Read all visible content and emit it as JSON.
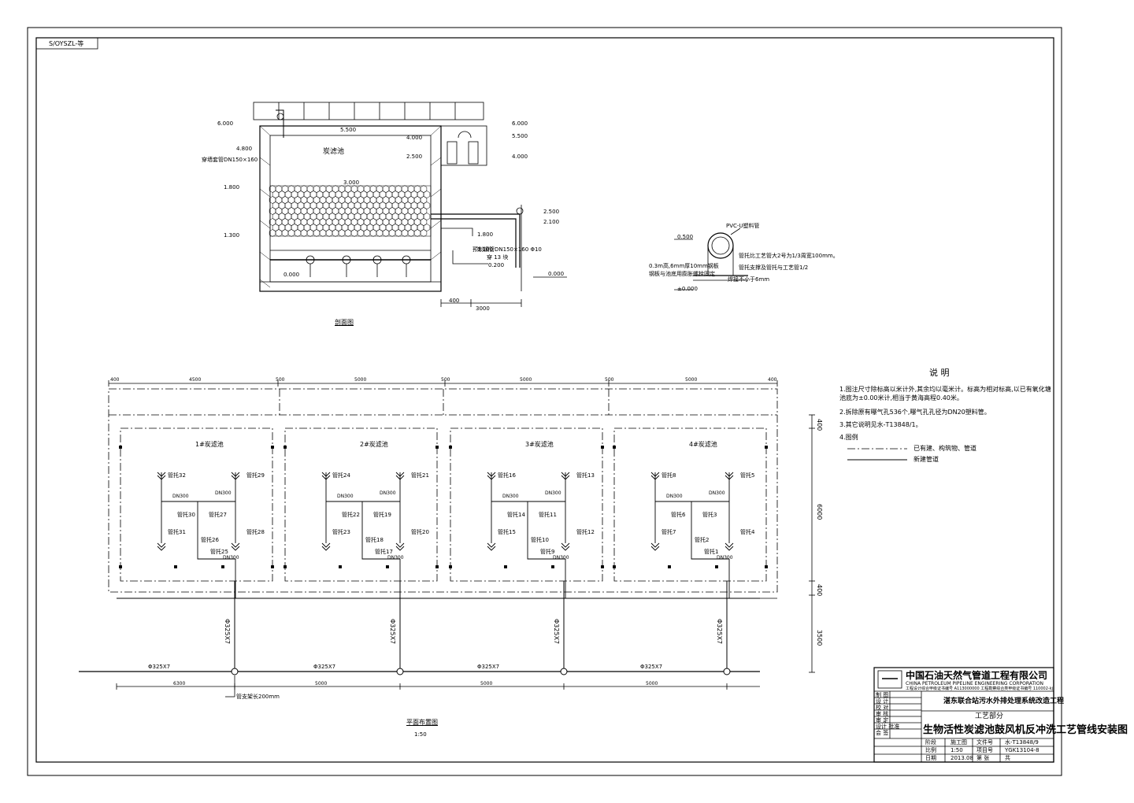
{
  "sheet_code": "S/OYSZL-等",
  "section": {
    "tank_label": "炭滤池",
    "title": "剖面图",
    "elevations": [
      "6.000",
      "5.500",
      "4.800",
      "4.000",
      "2.500",
      "3.000",
      "1.800",
      "1.300",
      "0.000",
      "2.500",
      "2.100",
      "1.800",
      "1.100",
      "0.200",
      "0.000"
    ],
    "right_marks": [
      "6.000",
      "5.500",
      "4.000"
    ],
    "dims": [
      "400",
      "3000"
    ],
    "notes": {
      "side_label_1": "穿墙套管DN150×160",
      "side_label_2": "穿 13 块",
      "pipe_label": "预制钢管DN150×160 Φ10"
    }
  },
  "detail": {
    "pipe_name": "PVC-U塑料管",
    "elev_top": "0.500",
    "elev_bottom": "±0.000",
    "note1": "管托比工艺管大2号为1/3周宽100mm。",
    "note2": "管托支撑及管托与工艺管1/2",
    "note3": "0.3m高,6mm厚10mm钢板",
    "note4": "钢板与池底用膨胀螺栓固定",
    "note5": "焊接不小于6mm"
  },
  "notes_panel": {
    "heading": "说 明",
    "items": [
      "1.图注尺寸除标高以米计外,其余均以毫米计。标高为相对标高,以已有氧化塘池底为±0.00米计,相当于黄海高程0.40米。",
      "2.拆除原有曝气孔536个,曝气孔孔径为DN20塑料管。",
      "3.其它说明见水-T13848/1。",
      "4.图例"
    ],
    "legend": [
      {
        "label": "已有建、构筑物、管道"
      },
      {
        "label": "新建管道"
      }
    ]
  },
  "plan": {
    "title": "平面布置图",
    "scale": "1:50",
    "top_dims": [
      "400",
      "4500",
      "500",
      "5000",
      "500",
      "5000",
      "500",
      "5000",
      "400"
    ],
    "bottom_dims": [
      "6300",
      "5000",
      "5000",
      "5000"
    ],
    "right_dims": [
      "400",
      "6000",
      "400",
      "3500"
    ],
    "pipe_label": "Φ325X7",
    "bottom_note": "管支架长200mm",
    "tanks": [
      {
        "name": "1#炭滤池",
        "tags": [
          "管托32",
          "管托29",
          "管托30",
          "管托27",
          "管托31",
          "管托28",
          "管托26",
          "管托25"
        ],
        "dn": [
          "DN300",
          "DN300",
          "DN300"
        ]
      },
      {
        "name": "2#炭滤池",
        "tags": [
          "管托24",
          "管托21",
          "管托22",
          "管托19",
          "管托23",
          "管托20",
          "管托18",
          "管托17"
        ],
        "dn": [
          "DN300",
          "DN300",
          "DN300"
        ]
      },
      {
        "name": "3#炭滤池",
        "tags": [
          "管托16",
          "管托13",
          "管托14",
          "管托11",
          "管托15",
          "管托12",
          "管托10",
          "管托9"
        ],
        "dn": [
          "DN300",
          "DN300",
          "DN300"
        ]
      },
      {
        "name": "4#炭滤池",
        "tags": [
          "管托8",
          "管托5",
          "管托6",
          "管托3",
          "管托7",
          "管托4",
          "管托2",
          "管托1"
        ],
        "dn": [
          "DN300",
          "DN300",
          "DN300"
        ]
      }
    ]
  },
  "title_block": {
    "company": "中国石油天然气管道工程有限公司",
    "company_en": "CHINA PETROLEUM PIPELINE ENGINEERING CORPORATION",
    "cert": "工程设计综合甲级证书编号 A113000000  工程勘察综合类甲级证书编号 110002-kj",
    "project": "湛东联合站污水外排处理系统改造工程",
    "dept": "工艺部分",
    "drawing_title": "生物活性炭滤池鼓风机反冲洗工艺管线安装图",
    "roles": [
      "制 图",
      "设 计",
      "校 对",
      "审 核",
      "审 定",
      "设计 批准",
      "会 签"
    ],
    "meta": {
      "stage_label": "阶段",
      "stage": "施工图",
      "file_label": "文件号",
      "file": "水-T13848/9",
      "scale_label": "比例",
      "scale": "1:50",
      "project_no_label": "项目号",
      "project_no": "YGK13104-8",
      "date_label": "日期",
      "date": "2013.08",
      "page_label": "第 张",
      "page": "共"
    }
  }
}
